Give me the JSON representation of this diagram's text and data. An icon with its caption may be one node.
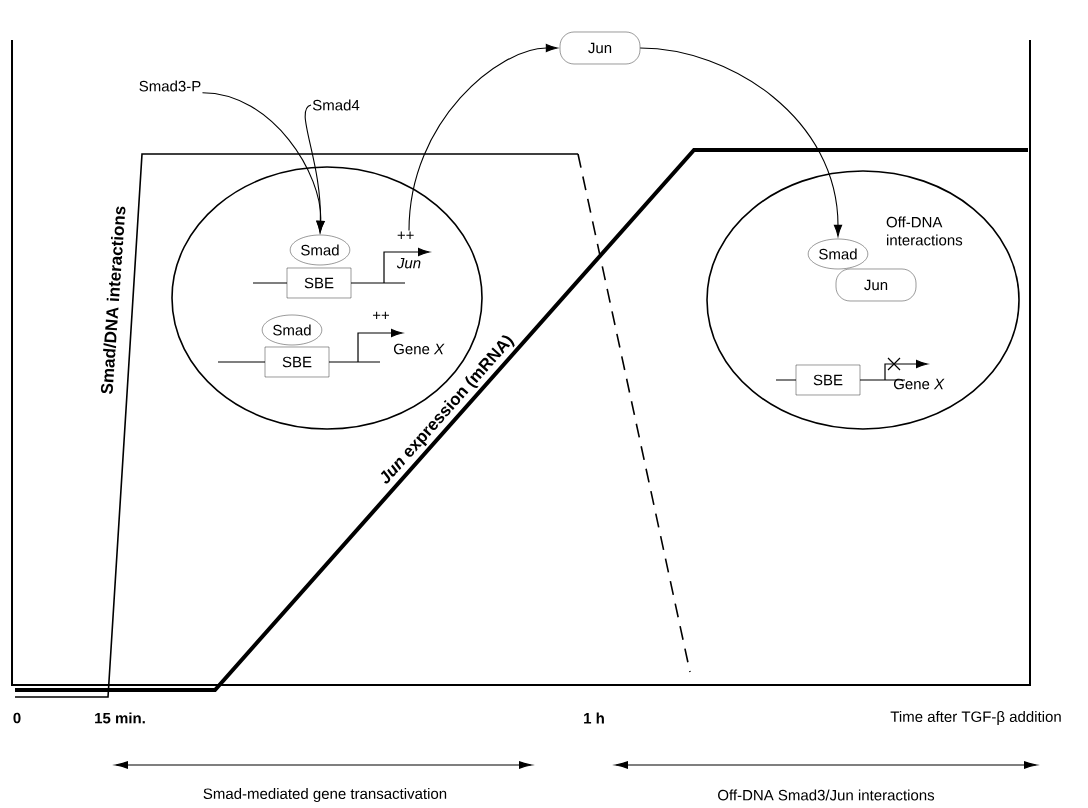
{
  "diagram": {
    "nodes": [
      {
        "text": [
          "Smad3-P"
        ]
      },
      {
        "text": [
          "Smad4"
        ]
      },
      {
        "text": [],
        "shape": "ellipse"
      },
      {
        "text": [
          "Smad"
        ],
        "in": 2
      },
      {
        "text": [
          "SBE"
        ],
        "in": 2
      },
      {
        "text": [
          "++",
          "Jun"
        ],
        "in": 2
      },
      {
        "text": [
          "Smad"
        ],
        "in": 2
      },
      {
        "text": [
          "SBE"
        ],
        "in": 2
      },
      {
        "text": [
          "Jun"
        ]
      },
      {
        "text": [],
        "shape": "ellipse"
      },
      {
        "text": [
          "Smad"
        ],
        "in": 9
      },
      {
        "text": [
          "Jun"
        ],
        "in": 9
      },
      {
        "text": [
          "SBE"
        ],
        "in": 9
      }
    ],
    "edges": [
      {
        "from": 0,
        "to": 3,
        "arrow": "to"
      },
      {
        "from": 1,
        "to": 3,
        "arrow": "to"
      },
      {
        "from": 5,
        "to": 8,
        "arrow": "to"
      },
      {
        "from": 8,
        "to": 10,
        "arrow": "to"
      }
    ],
    "labels": [
      "++",
      "Gene *X*",
      "Off-DNA interactions",
      "Gene *X*",
      "Smad/DNA interactions",
      "*Jun* expression (mRNA)",
      "0",
      "15 min.",
      "1 h",
      "Time after TGF-β addition",
      "Smad-mediated gene transactivation",
      "Off-DNA Smad3/Jun interactions"
    ]
  }
}
